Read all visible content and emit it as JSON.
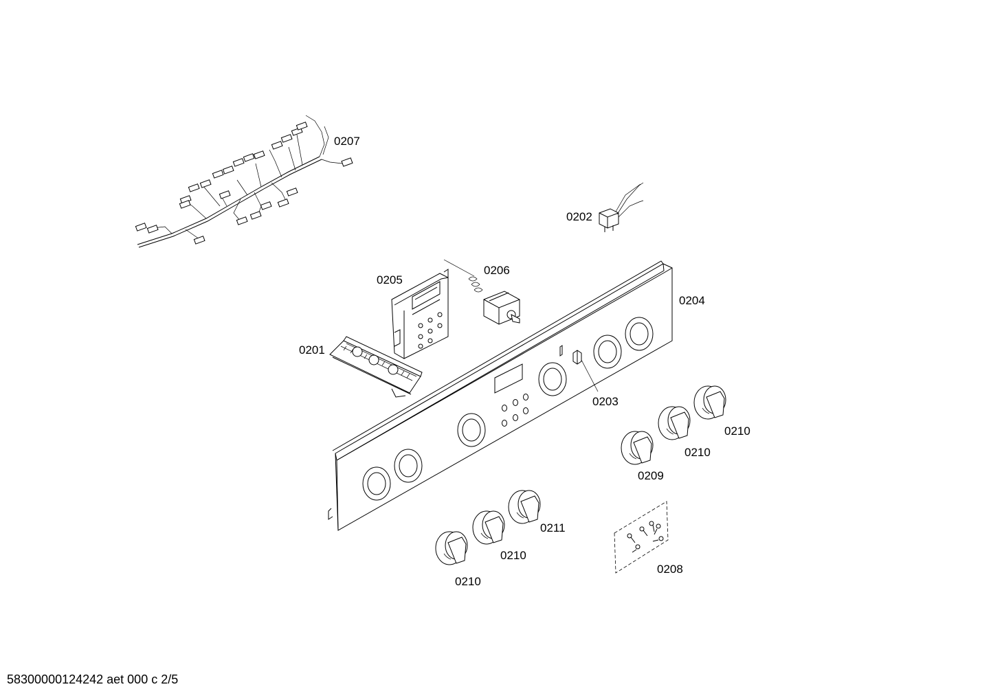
{
  "diagram": {
    "labels": {
      "p0207": "0207",
      "p0202": "0202",
      "p0205": "0205",
      "p0206": "0206",
      "p0204": "0204",
      "p0201": "0201",
      "p0203": "0203",
      "p0210_a": "0210",
      "p0210_b": "0210",
      "p0209": "0209",
      "p0211": "0211",
      "p0210_c": "0210",
      "p0208": "0208",
      "p0210_d": "0210"
    }
  },
  "footer": {
    "document_id": "58300000124242 aet 000 c 2/5"
  }
}
